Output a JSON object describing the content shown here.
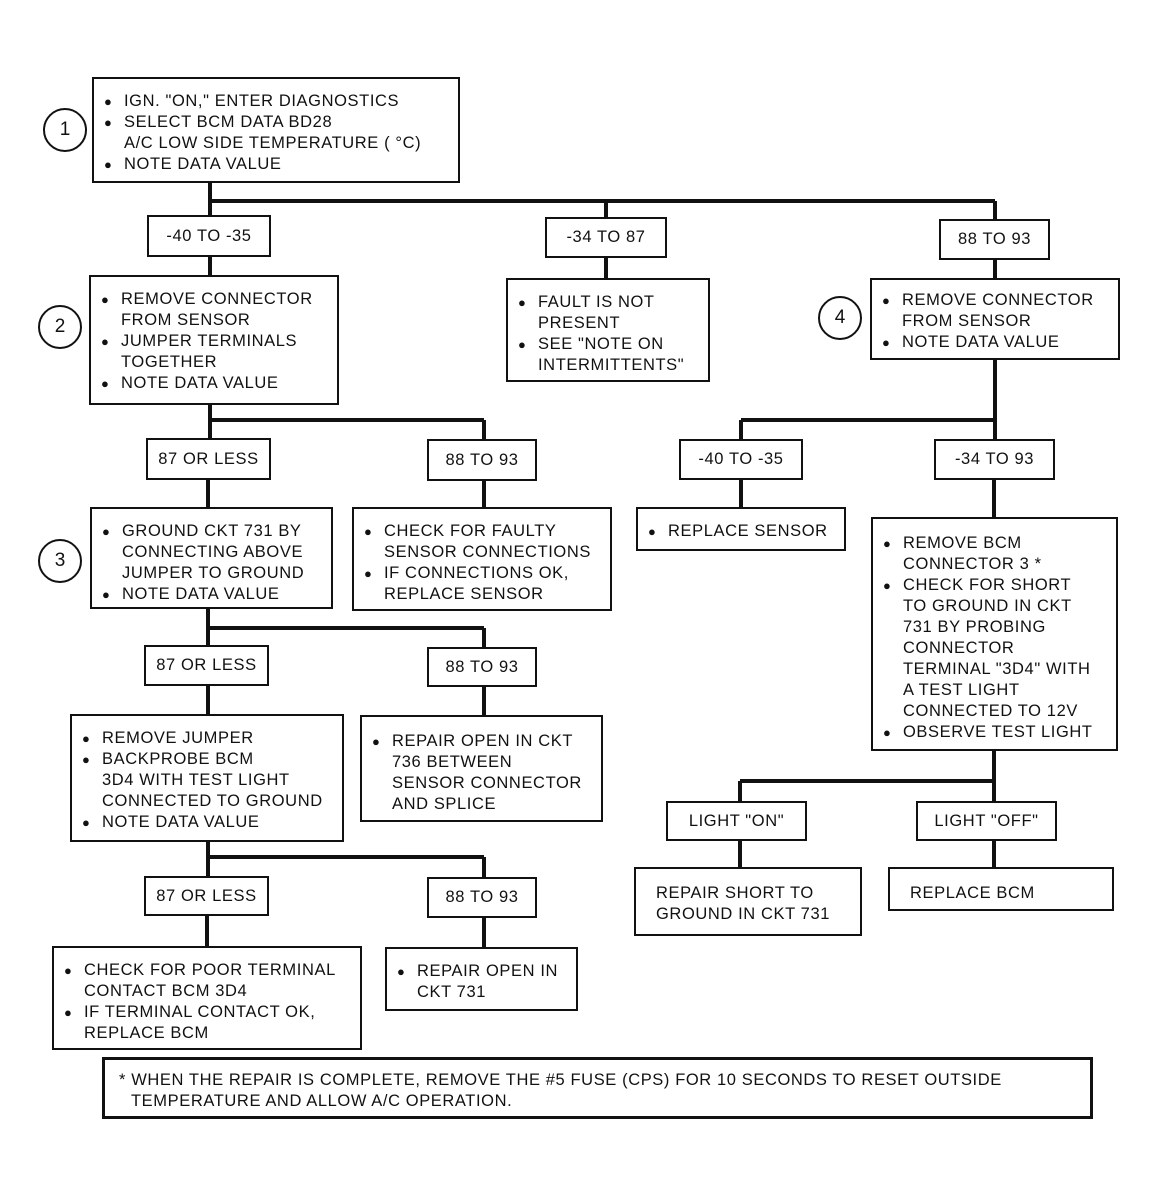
{
  "steps": [
    "1",
    "2",
    "3",
    "4"
  ],
  "boxes": {
    "step1": [
      "IGN. \"ON,\" ENTER DIAGNOSTICS",
      "SELECT BCM DATA BD28",
      "A/C LOW SIDE TEMPERATURE ( °C)",
      "NOTE DATA VALUE"
    ],
    "fault_not_present": [
      "FAULT IS NOT",
      "PRESENT",
      "SEE \"NOTE ON",
      "INTERMITTENTS\""
    ],
    "step2": [
      "REMOVE CONNECTOR",
      "FROM SENSOR",
      "JUMPER TERMINALS",
      "TOGETHER",
      "NOTE DATA VALUE"
    ],
    "step4": [
      "REMOVE CONNECTOR",
      "FROM SENSOR",
      "NOTE DATA VALUE"
    ],
    "step3": [
      "GROUND CKT 731 BY",
      "CONNECTING ABOVE",
      "JUMPER TO GROUND",
      "NOTE  DATA VALUE"
    ],
    "check_sensor_conn": [
      "CHECK FOR FAULTY",
      "SENSOR CONNECTIONS",
      "IF CONNECTIONS OK,",
      "REPLACE SENSOR"
    ],
    "replace_sensor": [
      "REPLACE SENSOR"
    ],
    "remove_bcm_conn": [
      "REMOVE BCM",
      "CONNECTOR 3 *",
      "CHECK FOR SHORT",
      "TO GROUND IN CKT",
      "731 BY PROBING",
      "CONNECTOR",
      "TERMINAL \"3D4\" WITH",
      "A TEST LIGHT",
      "CONNECTED TO 12V",
      "OBSERVE TEST LIGHT"
    ],
    "remove_jumper": [
      "REMOVE JUMPER",
      "BACKPROBE BCM",
      "3D4 WITH TEST LIGHT",
      "CONNECTED TO GROUND",
      "NOTE DATA VALUE"
    ],
    "repair_open_736": [
      "REPAIR OPEN IN CKT",
      "736 BETWEEN",
      "SENSOR CONNECTOR",
      "AND SPLICE"
    ],
    "repair_short": [
      "REPAIR SHORT TO",
      "GROUND IN CKT 731"
    ],
    "replace_bcm": [
      "REPLACE BCM"
    ],
    "check_poor_terminal": [
      "CHECK FOR POOR TERMINAL",
      "CONTACT BCM 3D4",
      "IF TERMINAL CONTACT OK,",
      "REPLACE BCM"
    ],
    "repair_open_731": [
      "REPAIR OPEN IN",
      "CKT 731"
    ]
  },
  "branches": {
    "s1_a": "-40 TO -35",
    "s1_b": "-34 TO 87",
    "s1_c": "88 TO 93",
    "s2_a": "87 OR LESS",
    "s2_b": "88 TO 93",
    "s4_a": "-40 TO -35",
    "s4_b": "-34 TO 93",
    "s3_a": "87 OR LESS",
    "s3_b": "88 TO 93",
    "light_a": "LIGHT \"ON\"",
    "light_b": "LIGHT \"OFF\"",
    "j_a": "87 OR LESS",
    "j_b": "88 TO 93"
  },
  "footnote": [
    "* WHEN THE REPAIR IS COMPLETE, REMOVE THE #5 FUSE (CPS) FOR 10 SECONDS TO RESET OUTSIDE",
    "TEMPERATURE AND ALLOW A/C OPERATION."
  ]
}
